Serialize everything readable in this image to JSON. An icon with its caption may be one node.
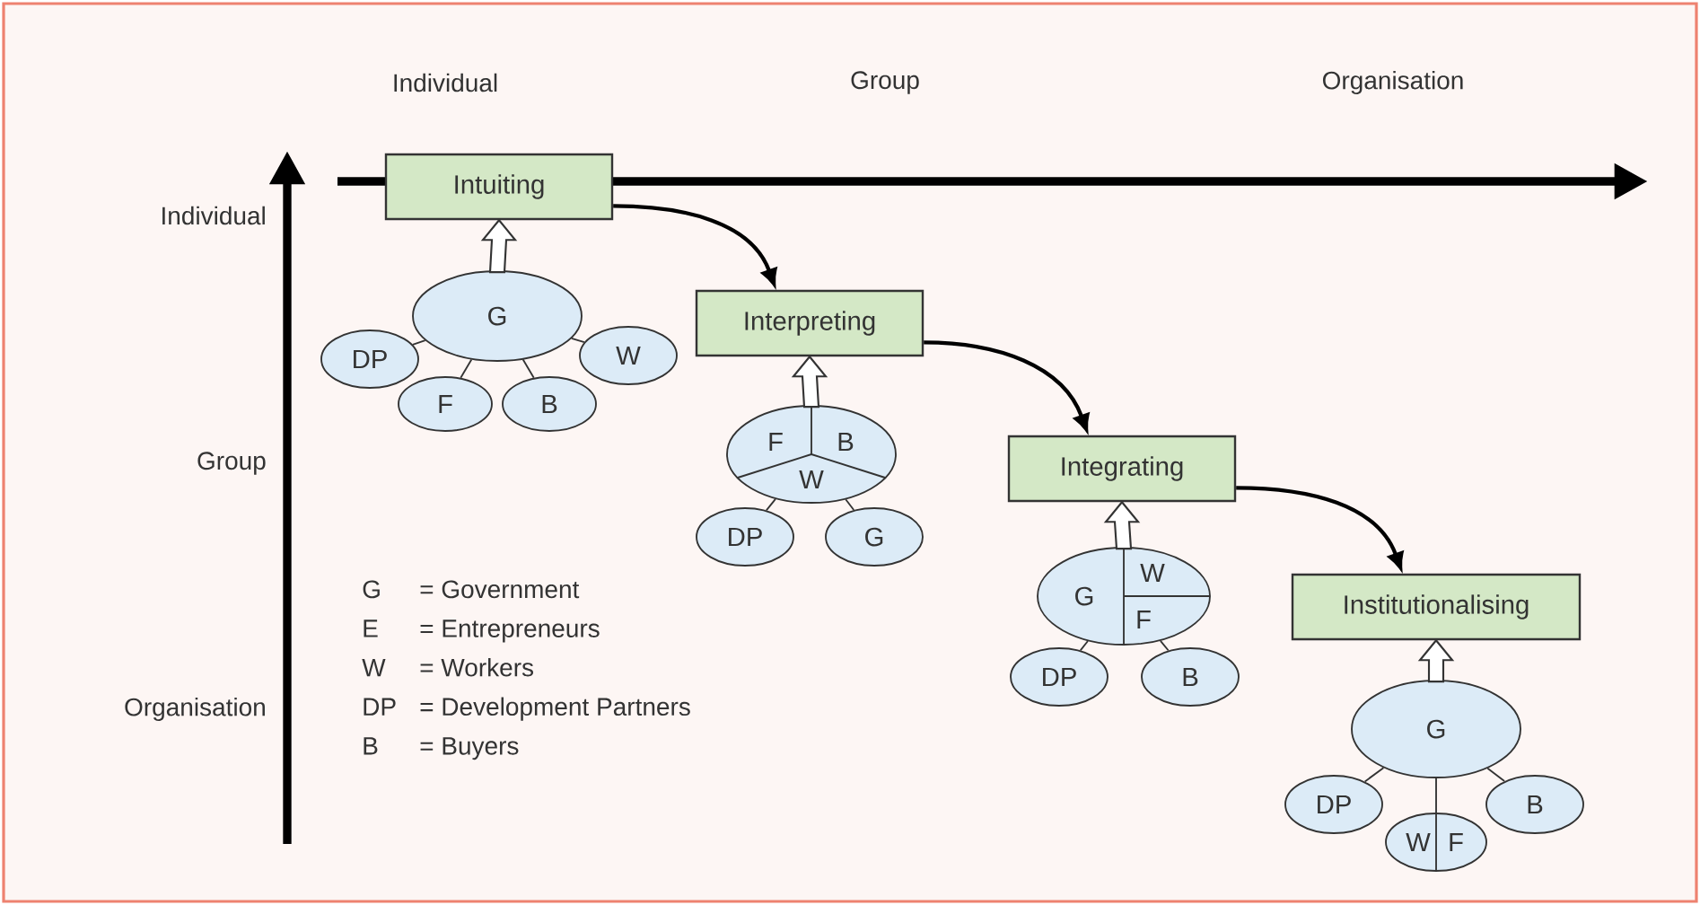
{
  "diagram": {
    "nodes": [
      {
        "text": [
          "Intuiting"
        ]
      },
      {
        "text": [
          "G"
        ]
      },
      {
        "text": [
          "DP"
        ]
      },
      {
        "text": [
          "F"
        ]
      },
      {
        "text": [
          "B"
        ]
      },
      {
        "text": [
          "W"
        ]
      },
      {
        "text": [
          "Interpreting"
        ]
      },
      {
        "text": [
          "F",
          "B",
          "W"
        ]
      },
      {
        "text": [
          "DP"
        ]
      },
      {
        "text": [
          "G"
        ]
      },
      {
        "text": [
          "Integrating"
        ]
      },
      {
        "text": [
          "G",
          "W",
          "F"
        ]
      },
      {
        "text": [
          "DP"
        ]
      },
      {
        "text": [
          "B"
        ]
      },
      {
        "text": [
          "Institutionalising"
        ]
      },
      {
        "text": [
          "G"
        ]
      },
      {
        "text": [
          "DP"
        ]
      },
      {
        "text": [
          "W",
          "F"
        ]
      },
      {
        "text": [
          "B"
        ]
      }
    ],
    "edges": [
      {
        "from": 0,
        "to": 6,
        "arrow": "to"
      },
      {
        "from": 6,
        "to": 10,
        "arrow": "to"
      },
      {
        "from": 10,
        "to": 14,
        "arrow": "to"
      },
      {
        "from": 1,
        "to": 0,
        "arrow": "to"
      },
      {
        "from": 7,
        "to": 6,
        "arrow": "to"
      },
      {
        "from": 11,
        "to": 10,
        "arrow": "to"
      },
      {
        "from": 15,
        "to": 14,
        "arrow": "to"
      },
      {
        "from": 2,
        "to": 1,
        "arrow": "none"
      },
      {
        "from": 3,
        "to": 1,
        "arrow": "none"
      },
      {
        "from": 4,
        "to": 1,
        "arrow": "none"
      },
      {
        "from": 5,
        "to": 1,
        "arrow": "none"
      },
      {
        "from": 8,
        "to": 7,
        "arrow": "none"
      },
      {
        "from": 9,
        "to": 7,
        "arrow": "none"
      },
      {
        "from": 12,
        "to": 11,
        "arrow": "none"
      },
      {
        "from": 13,
        "to": 11,
        "arrow": "none"
      },
      {
        "from": 16,
        "to": 15,
        "arrow": "none"
      },
      {
        "from": 17,
        "to": 15,
        "arrow": "none"
      },
      {
        "from": 18,
        "to": 15,
        "arrow": "none"
      }
    ],
    "labels": [
      "Individual",
      "Group",
      "Organisation",
      "Individual",
      "Group",
      "Organisation",
      "G",
      "= Government",
      "E",
      "= Entrepreneurs",
      "W",
      "= Workers",
      "DP",
      "= Development Partners",
      "B",
      "= Buyers"
    ]
  }
}
